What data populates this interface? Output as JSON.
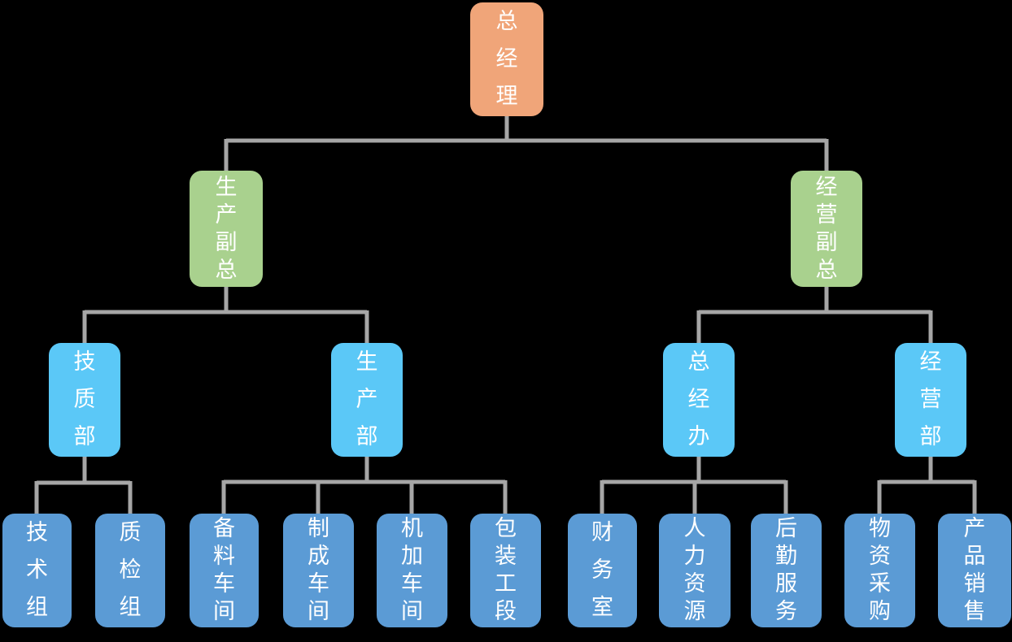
{
  "colors": {
    "background": "#000000",
    "root_box": "#f0a579",
    "vp_box": "#a9d18e",
    "dept_box": "#5bc8f7",
    "unit_box": "#5b9bd5",
    "connector_line": "#a6a6a6",
    "text": "#ffffff"
  },
  "nodes": {
    "general_manager": {
      "label": "总经理"
    },
    "production_vp": {
      "label": "生产副总"
    },
    "operations_vp": {
      "label": "经营副总"
    },
    "tech_quality_dept": {
      "label": "技质部"
    },
    "production_dept": {
      "label": "生产部"
    },
    "gm_office": {
      "label": "总经办"
    },
    "operations_dept": {
      "label": "经营部"
    },
    "technical_group": {
      "label": "技术组"
    },
    "quality_inspection_group": {
      "label": "质检组"
    },
    "material_prep_workshop": {
      "label": "备料车间"
    },
    "finishing_workshop": {
      "label": "制成车间"
    },
    "machining_workshop": {
      "label": "机加车间"
    },
    "packaging_section": {
      "label": "包装工段"
    },
    "finance_office": {
      "label": "财务室"
    },
    "human_resources": {
      "label": "人力资源"
    },
    "logistics_service": {
      "label": "后勤服务"
    },
    "material_procurement": {
      "label": "物资采购"
    },
    "product_sales": {
      "label": "产品销售"
    }
  },
  "hierarchy": {
    "general_manager": [
      "production_vp",
      "operations_vp"
    ],
    "production_vp": [
      "tech_quality_dept",
      "production_dept"
    ],
    "operations_vp": [
      "gm_office",
      "operations_dept"
    ],
    "tech_quality_dept": [
      "technical_group",
      "quality_inspection_group"
    ],
    "production_dept": [
      "material_prep_workshop",
      "finishing_workshop",
      "machining_workshop",
      "packaging_section"
    ],
    "gm_office": [
      "finance_office",
      "human_resources",
      "logistics_service"
    ],
    "operations_dept": [
      "material_procurement",
      "product_sales"
    ]
  }
}
